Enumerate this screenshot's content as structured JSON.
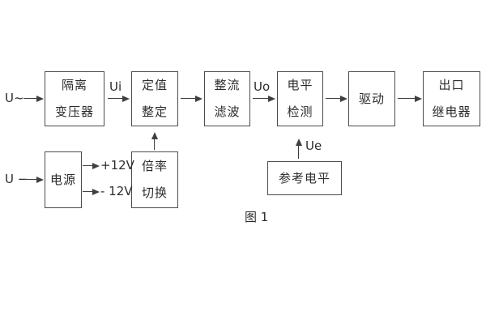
{
  "figure": {
    "caption": "图 1",
    "blocks": {
      "isolation_transformer": {
        "lines": [
          "隔离",
          "变压器"
        ]
      },
      "setpoint_adjustment": {
        "lines": [
          "定值",
          "整定"
        ]
      },
      "rectifier_filter": {
        "lines": [
          "整流",
          "滤波"
        ]
      },
      "level_detection": {
        "lines": [
          "电平",
          "检测"
        ]
      },
      "driver": {
        "lines": [
          "驱动"
        ]
      },
      "output_relay": {
        "lines": [
          "出口",
          "继电器"
        ]
      },
      "power_supply": {
        "lines": [
          "电源"
        ]
      },
      "ratio_switching": {
        "lines": [
          "倍率",
          "切换"
        ]
      },
      "reference_level": {
        "lines": [
          "参考电平"
        ]
      }
    },
    "signals": {
      "ac_input": "U~",
      "dc_input": "U −",
      "ui": "Ui",
      "uo": "Uo",
      "ue": "Ue",
      "plus_12v": "+12V",
      "minus_12v": "- 12V"
    },
    "colors": {
      "line": "#3f3f3f",
      "border": "#4c4c4c",
      "text": "#2c2c2c",
      "background": "#ffffff"
    }
  }
}
